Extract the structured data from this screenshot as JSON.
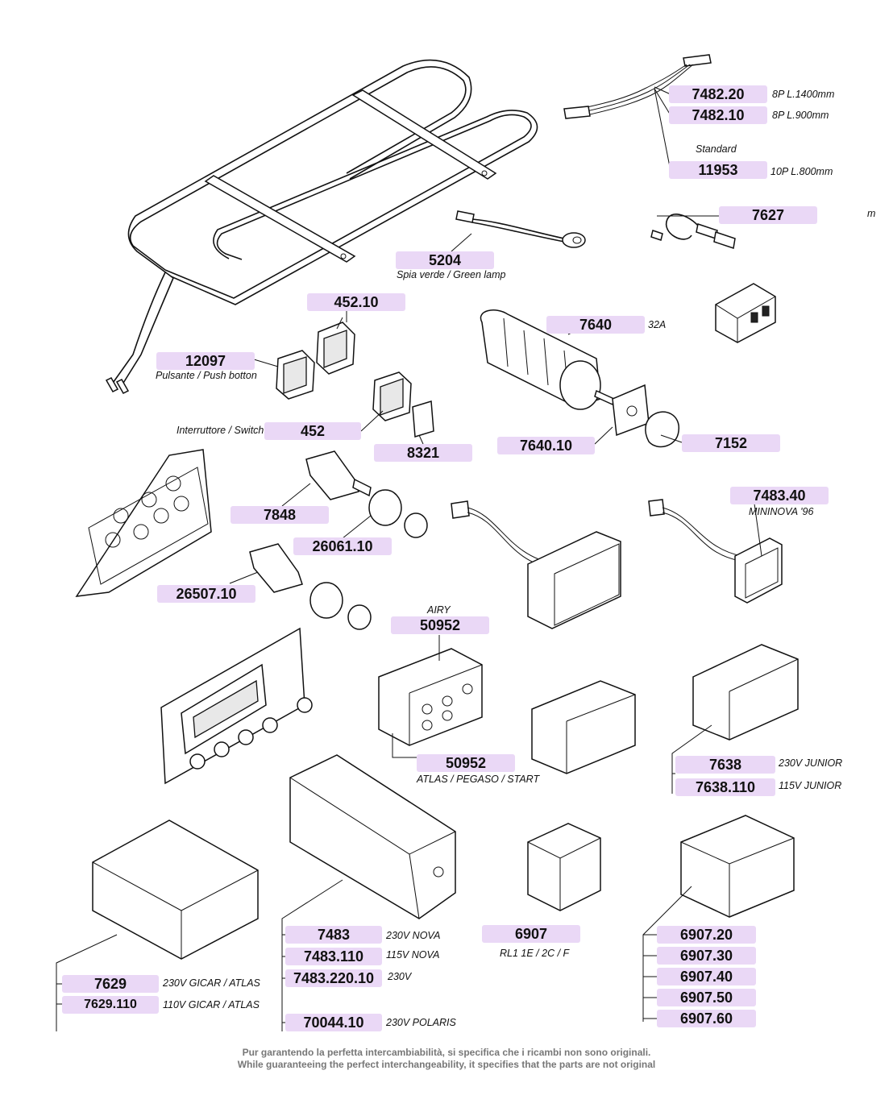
{
  "parts": [
    {
      "id": "p7482_20",
      "code": "7482.20",
      "note": "8P L.1400mm"
    },
    {
      "id": "p7482_10",
      "code": "7482.10",
      "note": "8P L.900mm"
    },
    {
      "id": "p11953",
      "code": "11953",
      "note": "10P L.800mm",
      "caption": "Standard"
    },
    {
      "id": "p7627",
      "code": "7627"
    },
    {
      "id": "p5204",
      "code": "5204",
      "caption": "Spia verde / Green lamp"
    },
    {
      "id": "p452_10",
      "code": "452.10"
    },
    {
      "id": "p12097",
      "code": "12097",
      "caption": "Pulsante / Push botton"
    },
    {
      "id": "p7640",
      "code": "7640",
      "note": "32A"
    },
    {
      "id": "p452",
      "code": "452",
      "caption": "Interruttore / Switch"
    },
    {
      "id": "p8321",
      "code": "8321"
    },
    {
      "id": "p7640_10",
      "code": "7640.10"
    },
    {
      "id": "p7152",
      "code": "7152"
    },
    {
      "id": "p7483_40",
      "code": "7483.40",
      "caption": "MININOVA '96"
    },
    {
      "id": "p7848",
      "code": "7848"
    },
    {
      "id": "p26061_10",
      "code": "26061.10"
    },
    {
      "id": "p26507_10",
      "code": "26507.10"
    },
    {
      "id": "p50952_airy",
      "code": "50952",
      "caption": "AIRY"
    },
    {
      "id": "p50952_atlas",
      "code": "50952",
      "caption": "ATLAS / PEGASO / START"
    },
    {
      "id": "p7638",
      "code": "7638",
      "note": "230V JUNIOR"
    },
    {
      "id": "p7638_110",
      "code": "7638.110",
      "note": "115V JUNIOR"
    },
    {
      "id": "p7483",
      "code": "7483",
      "note": "230V NOVA"
    },
    {
      "id": "p7483_110",
      "code": "7483.110",
      "note": "115V NOVA"
    },
    {
      "id": "p7483_220_10",
      "code": "7483.220.10",
      "note": "230V"
    },
    {
      "id": "p70044_10",
      "code": "70044.10",
      "note": "230V POLARIS"
    },
    {
      "id": "p6907",
      "code": "6907",
      "caption": "RL1 1E / 2C / F"
    },
    {
      "id": "p7629",
      "code": "7629",
      "note": "230V GICAR / ATLAS"
    },
    {
      "id": "p7629_110",
      "code": "7629.110",
      "note": "110V GICAR / ATLAS"
    },
    {
      "id": "p6907_20",
      "code": "6907.20"
    },
    {
      "id": "p6907_30",
      "code": "6907.30"
    },
    {
      "id": "p6907_40",
      "code": "6907.40"
    },
    {
      "id": "p6907_50",
      "code": "6907.50"
    },
    {
      "id": "p6907_60",
      "code": "6907.60"
    }
  ],
  "cropped_text": "m",
  "footer": {
    "line1": "Pur garantendo la perfetta intercambiabilità, si specifica che i ricambi non sono originali.",
    "line2": "While guaranteeing the perfect interchangeability, it specifies that the parts are not original"
  },
  "colors": {
    "label_bg": "#ead8f6",
    "line": "#111111",
    "footer_text": "#777777"
  }
}
